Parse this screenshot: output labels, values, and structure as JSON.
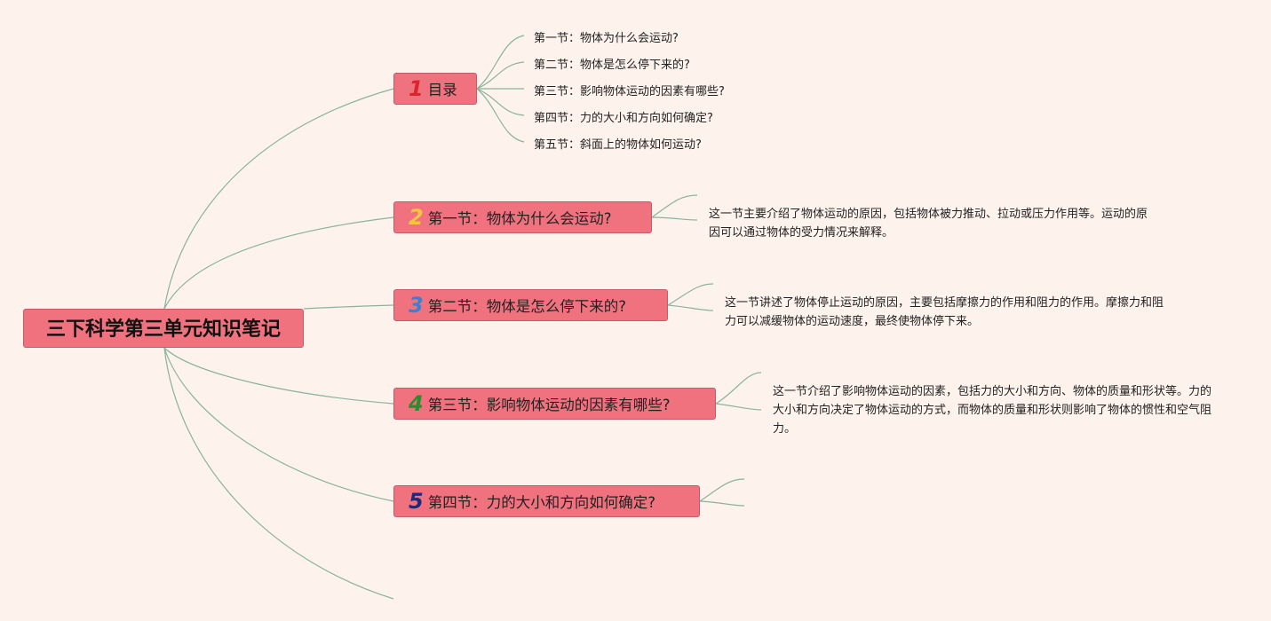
{
  "root": {
    "label": "三下科学第三单元知识笔记"
  },
  "branches": [
    {
      "number": "1",
      "number_color": "#d8262c",
      "label": "目录"
    },
    {
      "number": "2",
      "number_color": "#f4c542",
      "label": "第一节：物体为什么会运动?"
    },
    {
      "number": "3",
      "number_color": "#3d7fd1",
      "label": "第二节：物体是怎么停下来的?"
    },
    {
      "number": "4",
      "number_color": "#2e8b2e",
      "label": "第三节：影响物体运动的因素有哪些?"
    },
    {
      "number": "5",
      "number_color": "#1f2b7a",
      "label": "第四节：力的大小和方向如何确定?"
    }
  ],
  "toc": [
    "第一节：物体为什么会运动?",
    "第二节：物体是怎么停下来的?",
    "第三节：影响物体运动的因素有哪些?",
    "第四节：力的大小和方向如何确定?",
    "第五节：斜面上的物体如何运动?"
  ],
  "descriptions": {
    "section1": "这一节主要介绍了物体运动的原因，包括物体被力推动、拉动或压力作用等。运动的原因可以通过物体的受力情况来解释。",
    "section2": "这一节讲述了物体停止运动的原因，主要包括摩擦力的作用和阻力的作用。摩擦力和阻力可以减缓物体的运动速度，最终使物体停下来。",
    "section3": "这一节介绍了影响物体运动的因素，包括力的大小和方向、物体的质量和形状等。力的大小和方向决定了物体运动的方式，而物体的质量和形状则影响了物体的惯性和空气阻力。"
  },
  "colors": {
    "node_fill": "#f0727e",
    "link": "#8ab49a",
    "background": "#fdf2ec"
  }
}
